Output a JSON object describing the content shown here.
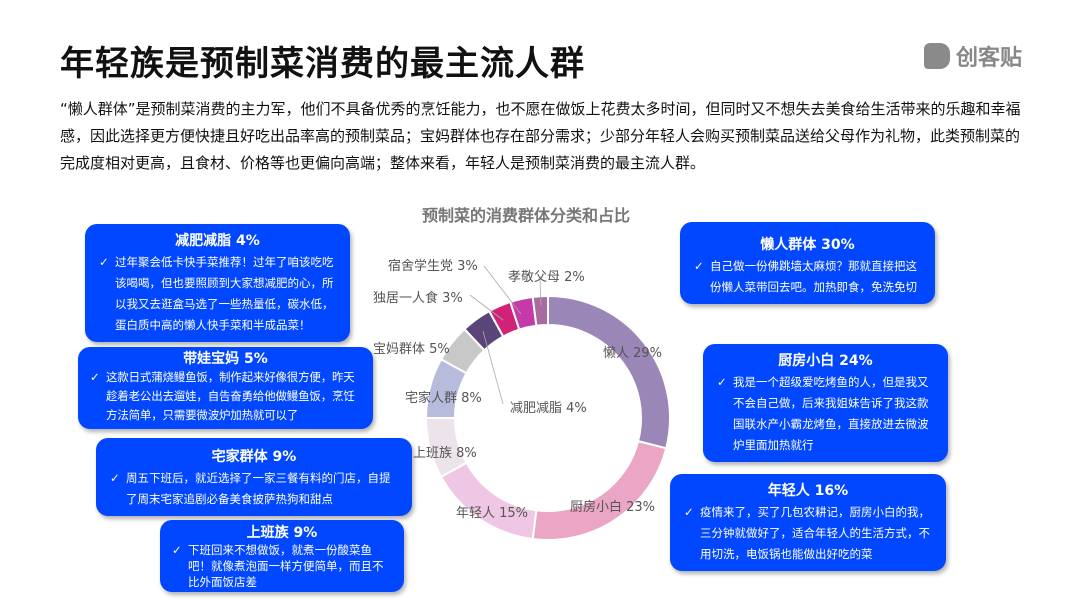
{
  "title": "年轻族是预制菜消费的最主流人群",
  "logo": "创客贴",
  "paragraph": "“懒人群体”是预制菜消费的主力军，他们不具备优秀的烹饪能力，也不愿在做饭上花费太多时间，但同时又不想失去美食给生活带来的乐趣和幸福感，因此选择更方便快捷且好吃出品率高的预制菜品；宝妈群体也存在部分需求；少部分年轻人会购买预制菜品送给父母作为礼物，此类预制菜的完成度相对更高，且食材、价格等也更偏向高端；整体来看，年轻人是预制菜消费的最主流人群。",
  "chart_data": {
    "type": "pie",
    "donut": true,
    "title": "预制菜的消费群体分类和占比",
    "categories": [
      "懒人",
      "厨房小白",
      "年轻人",
      "上班族",
      "宅家人群",
      "宝妈群体",
      "减肥减脂",
      "独居一人食",
      "宿舍学生党",
      "孝敬父母"
    ],
    "values": [
      29,
      23,
      15,
      8,
      8,
      5,
      4,
      3,
      3,
      2
    ],
    "labels": [
      "懒人 29%",
      "厨房小白 23%",
      "年轻人 15%",
      "上班族 8%",
      "宅家人群 8%",
      "宝妈群体 5%",
      "减肥减脂 4%",
      "独居一人食 3%",
      "宿舍学生党 3%",
      "孝敬父母 2%"
    ],
    "colors": [
      "#9b86b8",
      "#eba6c6",
      "#efc6e4",
      "#ede3ea",
      "#b8bcdc",
      "#c8c8c8",
      "#5b4478",
      "#d02277",
      "#c43aa8",
      "#a86aa0"
    ]
  },
  "cards": [
    {
      "title": "减肥减脂 4%",
      "text": "过年聚会低卡快手菜推荐！过年了咱该吃吃该喝喝，但也要照顾到大家想减肥的心，所以我又去逛盒马选了一些热量低，碳水低，蛋白质中高的懒人快手菜和半成品菜！"
    },
    {
      "title": "带娃宝妈 5%",
      "text": "这款日式蒲烧鳗鱼饭，制作起来好像很方便，昨天趁着老公出去遛娃，自告奋勇给他做鳗鱼饭，烹饪方法简单，只需要微波炉加热就可以了"
    },
    {
      "title": "宅家群体 9%",
      "text": "周五下班后，就近选择了一家三餐有料的门店，自提了周末宅家追剧必备美食披萨热狗和甜点"
    },
    {
      "title": "上班族 9%",
      "text": "下班回来不想做饭，就煮一份酸菜鱼吧！就像煮泡面一样方便简单，而且不比外面饭店差"
    },
    {
      "title": "懒人群体 30%",
      "text": "自己做一份佛跳墙太麻烦？那就直接把这份懒人菜带回去吧。加热即食，免洗免切"
    },
    {
      "title": "厨房小白 24%",
      "text": "我是一个超级爱吃烤鱼的人，但是我又不会自己做，后来我姐妹告诉了我这款国联水产小霸龙烤鱼，直接放进去微波炉里面加热就行"
    },
    {
      "title": "年轻人 16%",
      "text": "疫情来了，买了几包农耕记，厨房小白的我，三分钟就做好了，适合年轻人的生活方式，不用切洗，电饭锅也能做出好吃的菜"
    }
  ]
}
